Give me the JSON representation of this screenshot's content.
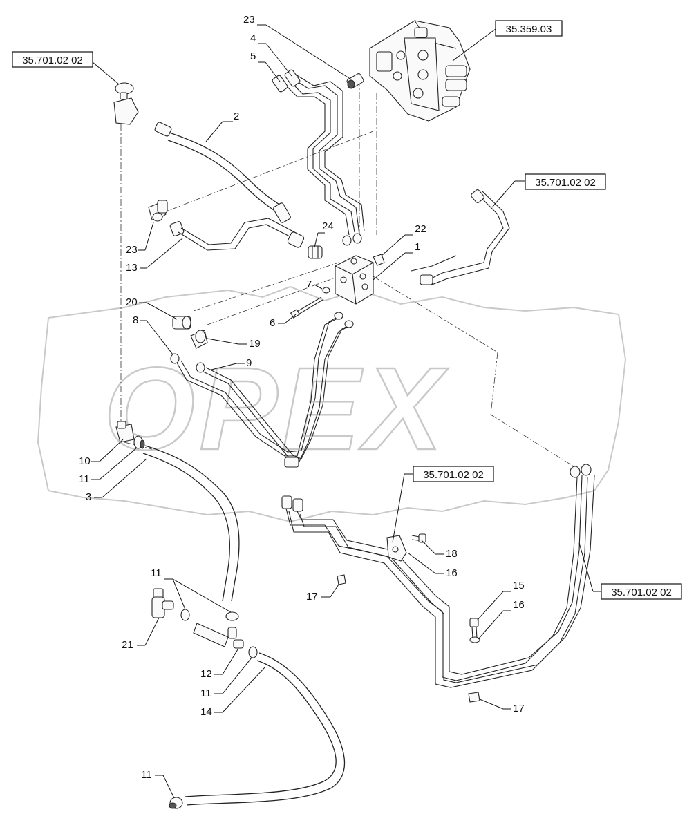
{
  "references": [
    {
      "id": "ref-1",
      "text": "35.701.02 02"
    },
    {
      "id": "ref-2",
      "text": "35.359.03"
    },
    {
      "id": "ref-3",
      "text": "35.701.02 02"
    },
    {
      "id": "ref-4",
      "text": "35.701.02 02"
    },
    {
      "id": "ref-5",
      "text": "35.701.02 02"
    }
  ],
  "callouts": [
    "23",
    "4",
    "5",
    "2",
    "23",
    "13",
    "24",
    "22",
    "1",
    "7",
    "6",
    "20",
    "8",
    "19",
    "9",
    "10",
    "11",
    "3",
    "18",
    "16",
    "17",
    "15",
    "16",
    "11",
    "21",
    "12",
    "11",
    "14",
    "17",
    "11"
  ],
  "watermark": "OPEX"
}
